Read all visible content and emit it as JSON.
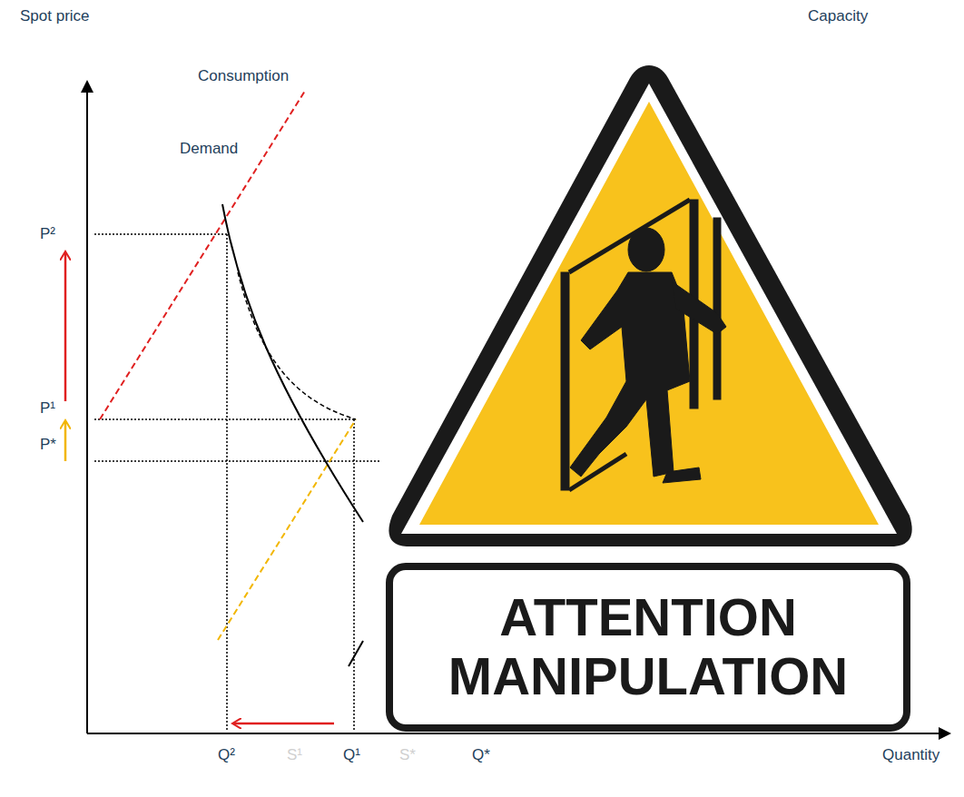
{
  "diagram": {
    "nodes": [
      {
        "text": [
          "ATTENTION MANIPULATION"
        ]
      }
    ],
    "labels": [
      "Spot price",
      "Capacity",
      "Consumption",
      "Demand",
      "P²",
      "P¹",
      "P*",
      "Q²",
      "S¹",
      "Q¹",
      "S*",
      "Q*",
      "Quantity"
    ]
  }
}
